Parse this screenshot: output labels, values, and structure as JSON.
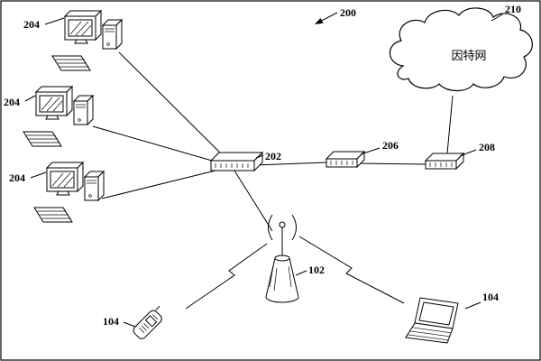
{
  "figure": {
    "ref_arrow": "200",
    "internet": {
      "ref": "210",
      "name": "因特网"
    },
    "computers": [
      {
        "ref": "204"
      },
      {
        "ref": "204"
      },
      {
        "ref": "204"
      }
    ],
    "switch": {
      "ref": "202"
    },
    "modem": {
      "ref": "206"
    },
    "router": {
      "ref": "208"
    },
    "base_station": {
      "ref": "102"
    },
    "mobile_phone": {
      "ref": "104"
    },
    "laptop": {
      "ref": "104"
    }
  }
}
